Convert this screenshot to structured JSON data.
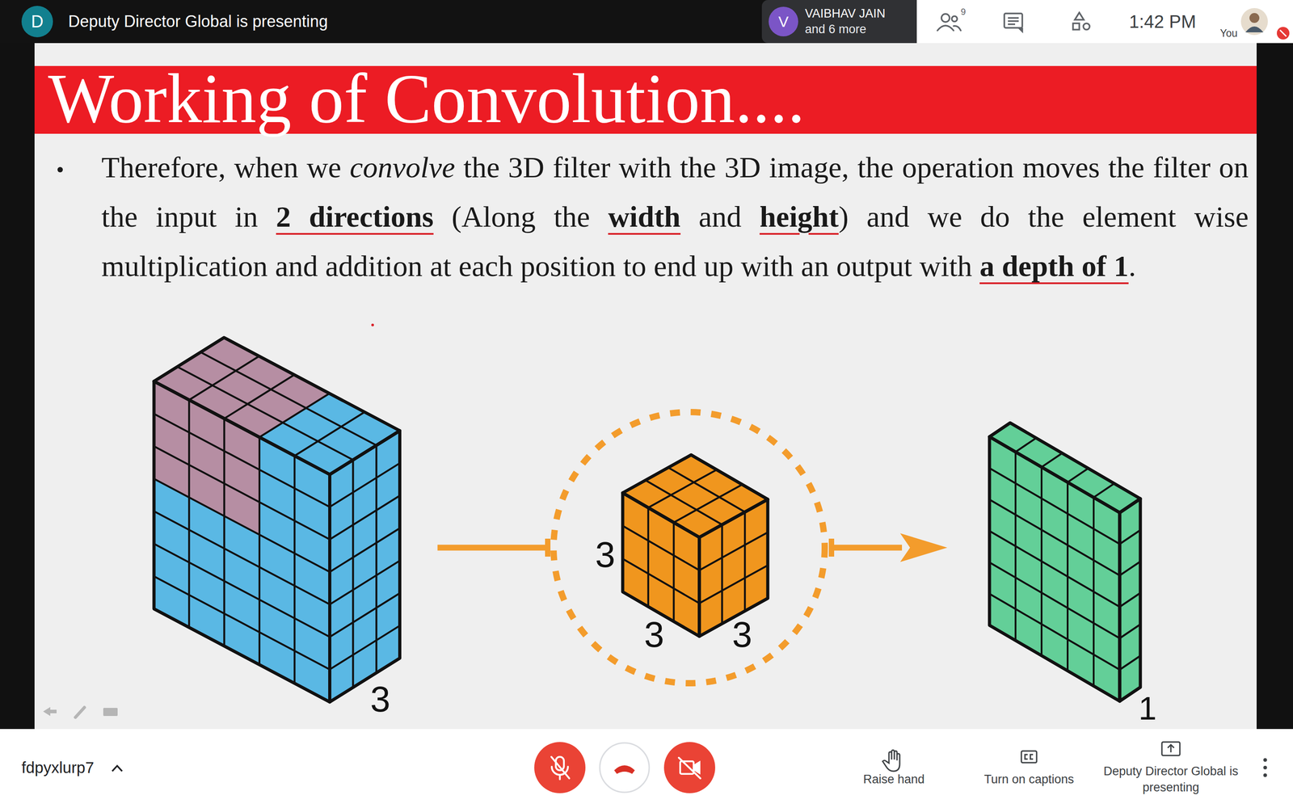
{
  "diagram": {
    "title": "Working of Convolution....",
    "nodes": [
      {
        "text": [
          "D"
        ]
      },
      {
        "text": [
          "V"
        ]
      },
      {
        "text": [
          "3"
        ]
      },
      {
        "text": [
          "3",
          "3",
          "3"
        ]
      },
      {
        "text": [
          "1"
        ]
      }
    ],
    "edges": [
      {
        "from": 2,
        "to": 3,
        "arrow": "none"
      },
      {
        "from": 3,
        "to": 4,
        "arrow": "to"
      }
    ],
    "labels": [
      "Deputy Director Global is presenting",
      "VAIBHAV JAIN",
      "and 6 more",
      "9",
      "1:42 PM",
      "You",
      "Therefore, when we",
      "convolve",
      "the 3D filter with the 3D image, the operation moves the filter on the input in",
      "2 directions",
      "(Along the",
      "width",
      "and",
      "height",
      ") and we do the element wise multiplication and addition at each position to end up with an output with",
      "a depth of 1",
      ".",
      "fdpyxlurp7",
      "Raise hand",
      "Turn on captions",
      "Deputy Director Global is presenting"
    ]
  }
}
